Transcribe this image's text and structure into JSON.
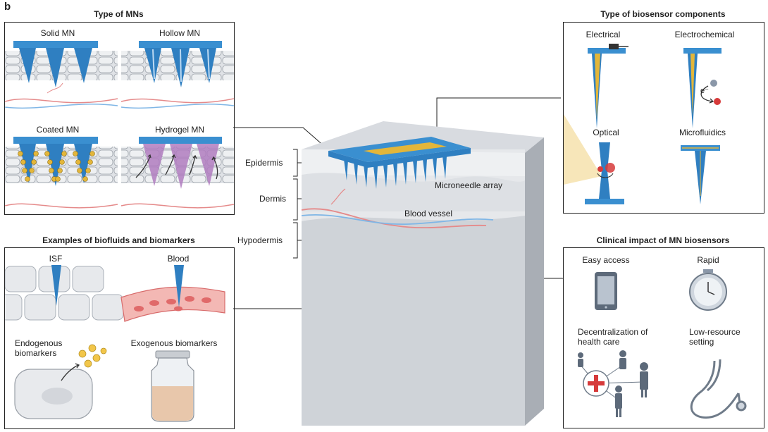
{
  "figure_letter": "b",
  "mn_types": {
    "title": "Type of MNs",
    "items": [
      "Solid MN",
      "Hollow MN",
      "Coated MN",
      "Hydrogel MN"
    ]
  },
  "biofluids": {
    "title": "Examples of biofluids and biomarkers",
    "items": [
      "ISF",
      "Blood",
      "Endogenous biomarkers",
      "Exogenous biomarkers"
    ]
  },
  "skin": {
    "layers": [
      "Epidermis",
      "Dermis",
      "Hypodermis"
    ],
    "array_label": "Microneedle array",
    "vessel_label": "Blood vessel"
  },
  "sensors": {
    "title": "Type of biosensor components",
    "items": [
      "Electrical",
      "Electrochemical",
      "Optical",
      "Microfluidics"
    ],
    "electron_symbol": "e⁻"
  },
  "impact": {
    "title": "Clinical impact of MN biosensors",
    "items": [
      "Easy access",
      "Rapid",
      "Decentralization of health care",
      "Low-resource setting"
    ]
  },
  "colors": {
    "needle_blue": "#2f7fc1",
    "base_blue": "#3a8fd0",
    "gold": "#e3b63a",
    "hydrogel": "#b07cc0",
    "vessel_red": "#e58a8a",
    "vessel_blue": "#7fb6e6",
    "cross_red": "#d63a3a",
    "skin_gray": "#c8ccd2"
  },
  "icons": [
    "phone-icon",
    "stopwatch-icon",
    "people-network-icon",
    "stethoscope-icon",
    "vial-icon",
    "cell-icon"
  ]
}
